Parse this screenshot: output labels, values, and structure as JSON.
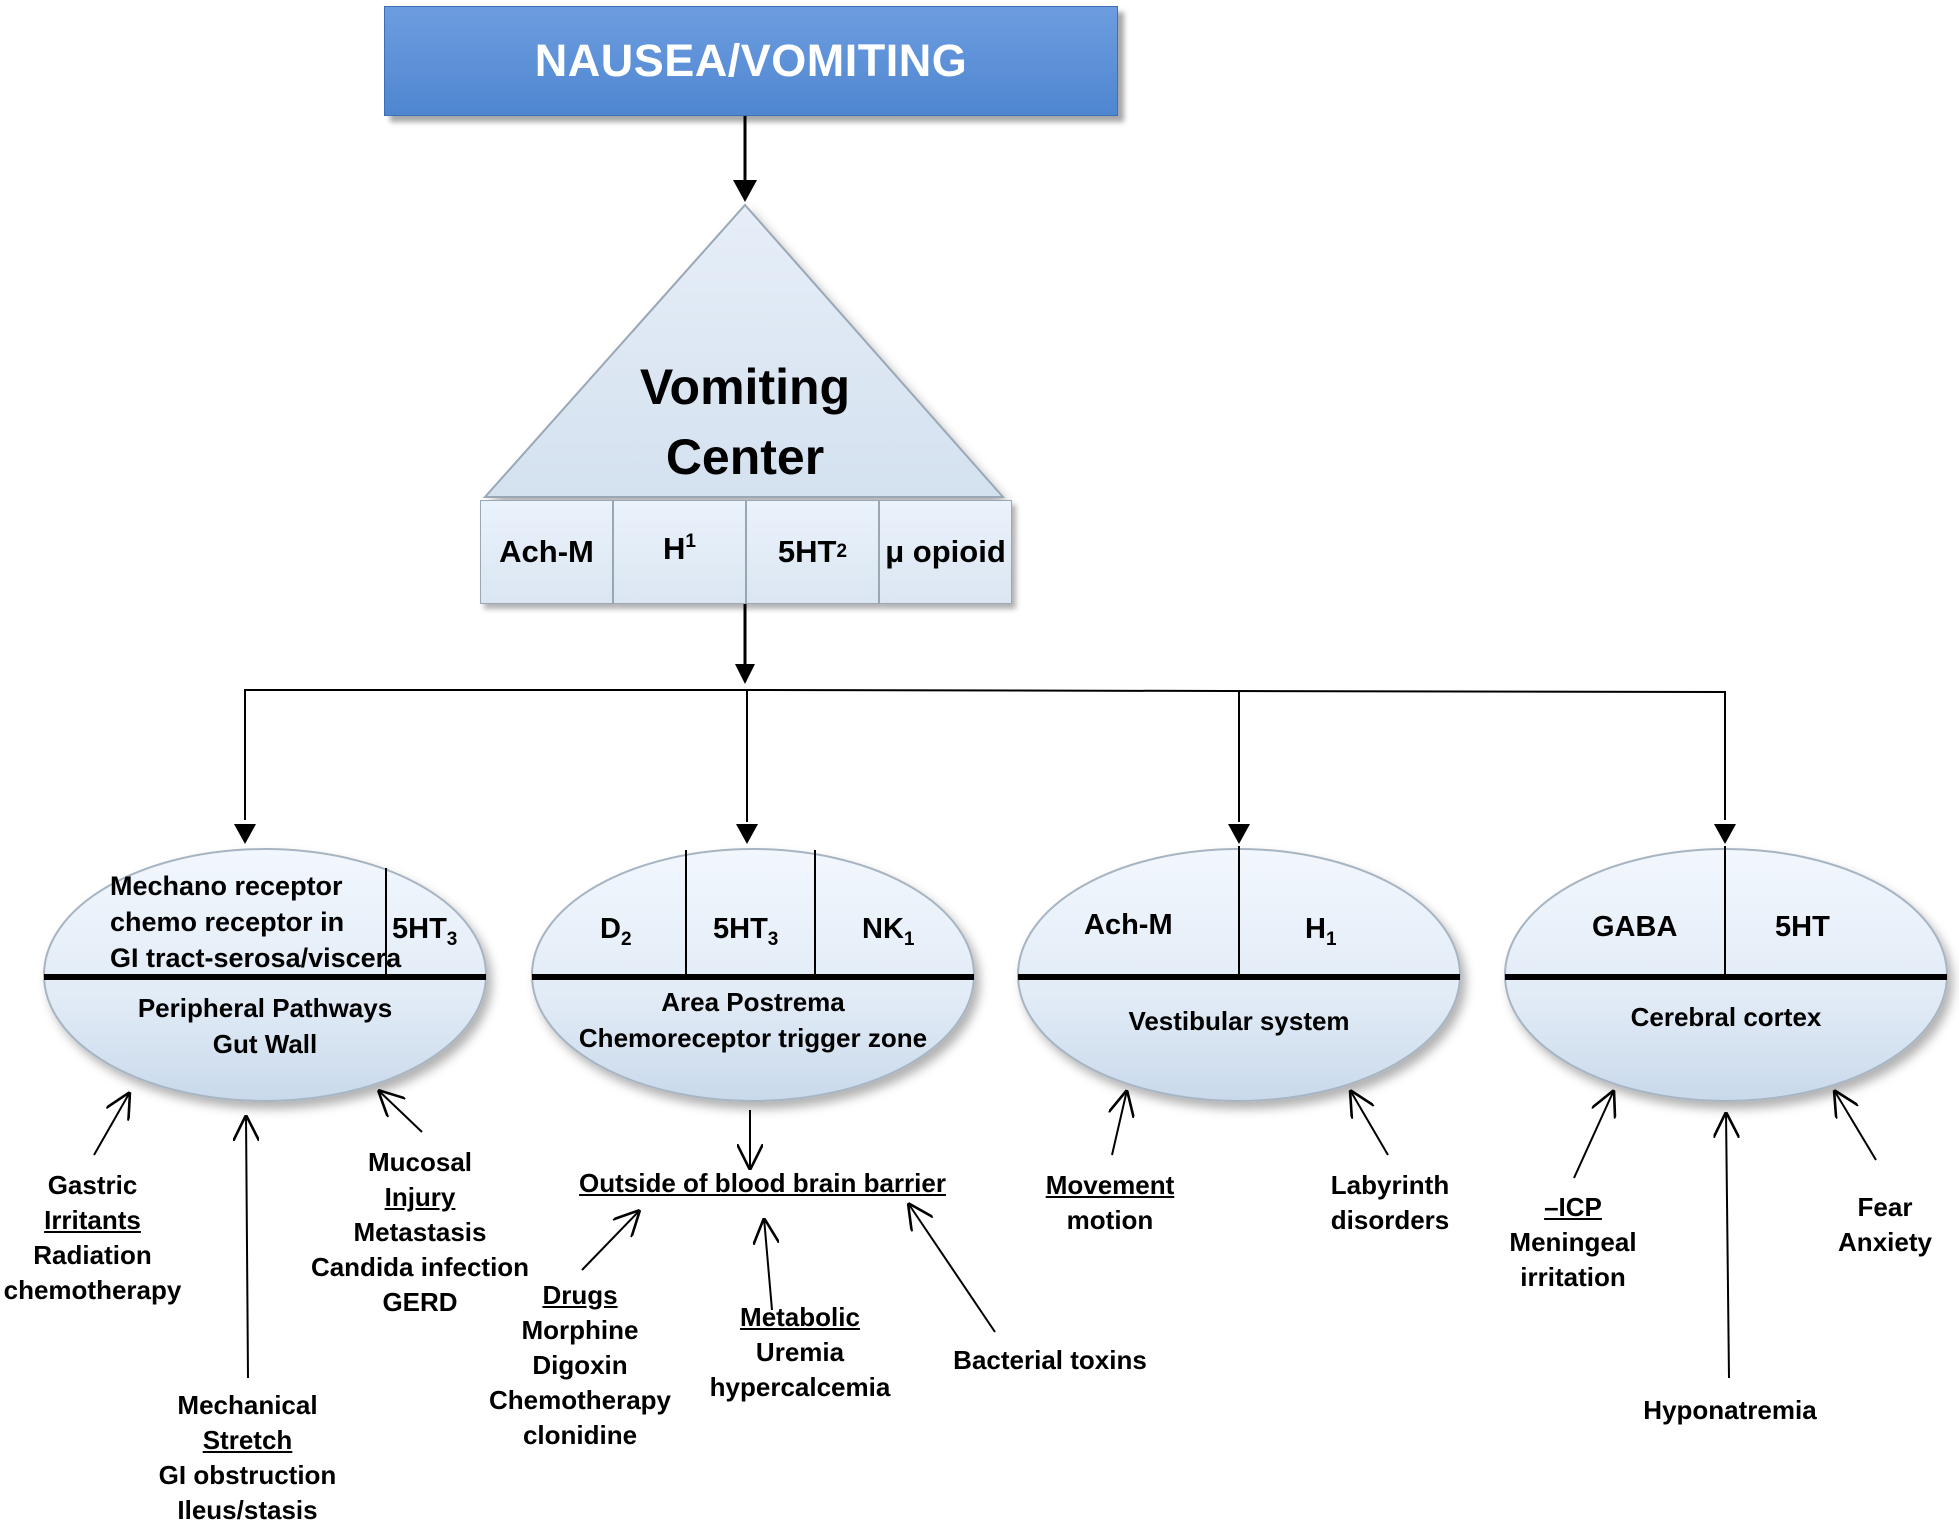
{
  "header": {
    "title": "NAUSEA/VOMITING"
  },
  "center": {
    "title_line1": "Vomiting",
    "title_line2": "Center",
    "receptors": [
      "Ach-M",
      "H",
      "5HT",
      "μ opioid"
    ],
    "receptor_subs": [
      "",
      "1",
      "2",
      ""
    ]
  },
  "peripheral": {
    "receptor_text": [
      "Mechano receptor",
      "chemo receptor in",
      "GI tract-serosa/viscera"
    ],
    "receptor_5ht3": "5HT",
    "receptor_5ht3_sub": "3",
    "name_line1": "Peripheral Pathways",
    "name_line2": "Gut Wall"
  },
  "area_postrema": {
    "receptors": [
      "D",
      "5HT",
      "NK"
    ],
    "receptor_subs": [
      "2",
      "3",
      "1"
    ],
    "name_line1": "Area Postrema",
    "name_line2": "Chemoreceptor trigger zone"
  },
  "vestibular": {
    "receptors": [
      "Ach-M",
      "H"
    ],
    "receptor_subs": [
      "",
      "1"
    ],
    "name": "Vestibular system"
  },
  "cortex": {
    "receptors": [
      "GABA",
      "5HT"
    ],
    "name": "Cerebral cortex"
  },
  "causes": {
    "gastric": [
      "Gastric",
      "Irritants",
      "Radiation",
      "chemotherapy"
    ],
    "mechanical": [
      "Mechanical",
      "Stretch",
      "GI obstruction",
      "Ileus/stasis"
    ],
    "mucosal": [
      "Mucosal",
      "Injury",
      "Metastasis",
      "Candida infection",
      "GERD"
    ],
    "bbb": "Outside of blood brain barrier",
    "drugs": [
      "Drugs",
      "Morphine",
      "Digoxin",
      "Chemotherapy",
      "clonidine"
    ],
    "metabolic": [
      "Metabolic",
      "Uremia",
      "hypercalcemia"
    ],
    "bacterial": "Bacterial toxins",
    "movement": [
      "Movement",
      "motion"
    ],
    "labyrinth": [
      "Labyrinth",
      "disorders"
    ],
    "icp": [
      "–ICP",
      "Meningeal",
      "irritation"
    ],
    "hyponatremia": "Hyponatremia",
    "fear": [
      "Fear",
      "Anxiety"
    ]
  }
}
